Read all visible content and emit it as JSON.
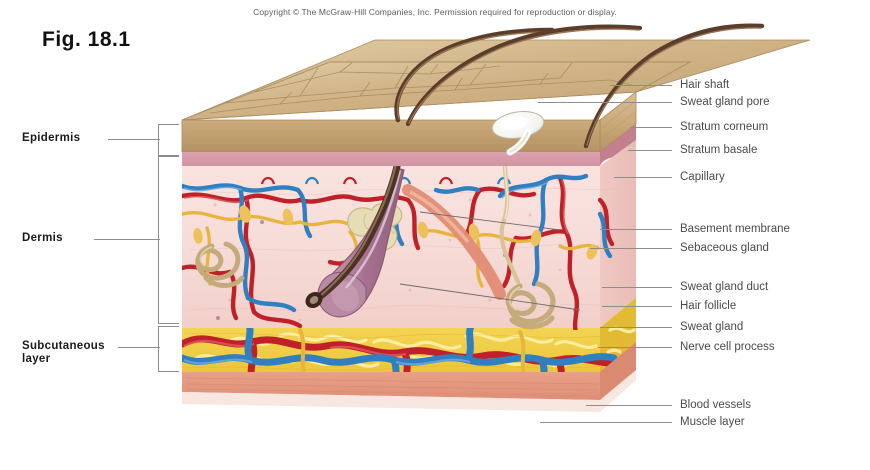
{
  "figure": {
    "copyright": "Copyright © The McGraw-Hill Companies, Inc. Permission required for reproduction or display.",
    "title": "Fig. 18.1",
    "subject": "Cross-section of human skin"
  },
  "left_labels": [
    {
      "id": "epidermis",
      "text": "Epidermis"
    },
    {
      "id": "dermis",
      "text": "Dermis"
    },
    {
      "id": "subcutaneous",
      "line1": "Subcutaneous",
      "line2": "layer"
    }
  ],
  "right_labels": [
    {
      "id": "hair-shaft",
      "text": "Hair shaft"
    },
    {
      "id": "sweat-gland-pore",
      "text": "Sweat gland pore"
    },
    {
      "id": "stratum-corneum",
      "text": "Stratum corneum"
    },
    {
      "id": "stratum-basale",
      "text": "Stratum basale"
    },
    {
      "id": "capillary",
      "text": "Capillary"
    },
    {
      "id": "basement-membrane",
      "text": "Basement membrane"
    },
    {
      "id": "sebaceous-gland",
      "text": "Sebaceous gland"
    },
    {
      "id": "sweat-gland-duct",
      "text": "Sweat gland duct"
    },
    {
      "id": "hair-follicle",
      "text": "Hair follicle"
    },
    {
      "id": "sweat-gland",
      "text": "Sweat gland"
    },
    {
      "id": "nerve-cell-process",
      "text": "Nerve cell process"
    },
    {
      "id": "blood-vessels",
      "text": "Blood vessels"
    },
    {
      "id": "muscle-layer",
      "text": "Muscle layer"
    }
  ],
  "colors": {
    "epidermis_surface": "#c8a878",
    "epidermis_surface_dark": "#a98a5c",
    "stratum_basale": "#cf8f9e",
    "dermis": "#f7ddd9",
    "subcutaneous_fat": "#f2d24a",
    "muscle": "#e9a48c",
    "artery": "#c02028",
    "vein": "#2f7fc1",
    "nerve": "#e8b53c",
    "hair": "#6b4a33",
    "follicle": "#b07f97",
    "gland": "#cbb488",
    "leader_line": "#8d8d8d",
    "label_text": "#4b4b4b"
  }
}
